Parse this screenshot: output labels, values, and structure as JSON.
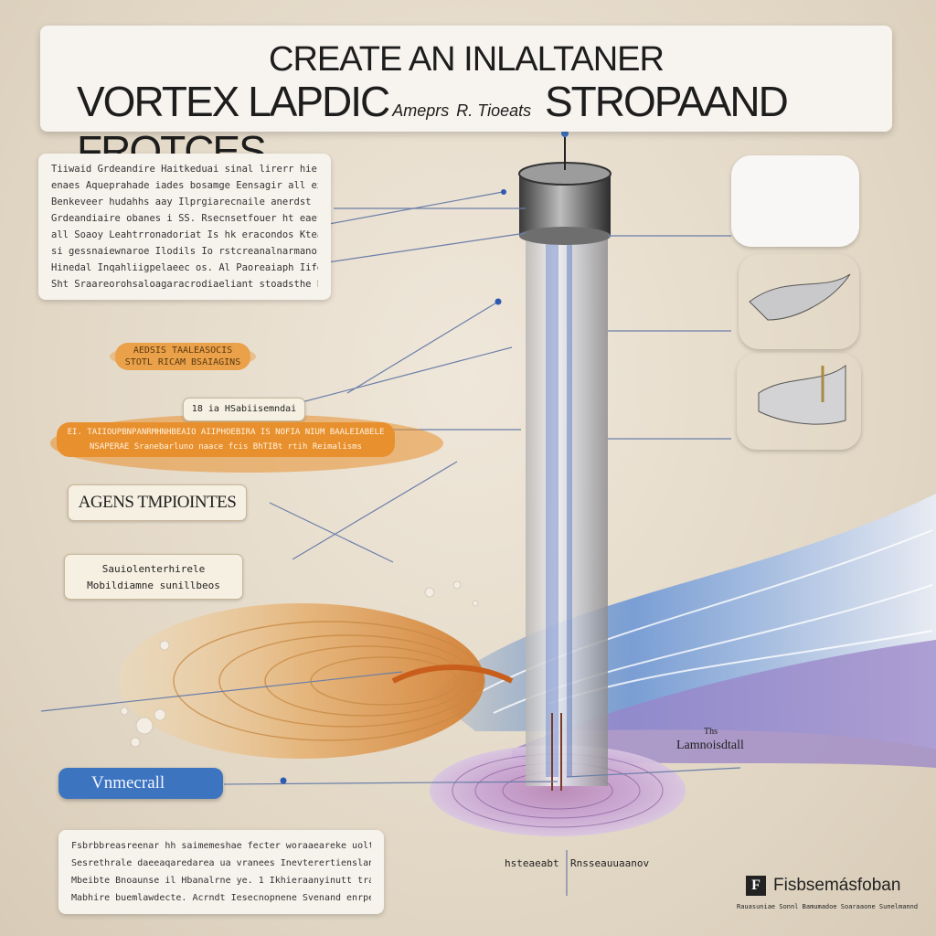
{
  "title": {
    "line1": "CREATE AN INLALTANER",
    "line2_main": "VORTEX LAPDIC",
    "line2_small1": "Ameprs",
    "line2_small2": "R. Tioeats",
    "line2_end": "STROPAAND FROTCES"
  },
  "top_note": {
    "lines": [
      "Tiiwaid Grdeandire Haitkeduai sinal lirerr hie labeadudd",
      "enaes Aqueprahade iades bosamge Eensagir all ex.",
      "Benkeveer hudahhs aay Ilprgiarecnaile anerdst",
      "Grdeandiaire obanes i SS. Rsecnsetfouer ht eaeflongcnder",
      "all Soaoy Leahtrronadoriat Is hk eracondos Kteall etenniauer",
      "si gessnaiewnaroe Ilodils Io rstcreanalnarmanos vuhire",
      "Hinedal Inqahliigpelaeec os. Al Paoreaiaph Iife an eb anamaadt",
      "Sht Sraareorohsaloagaracrodiaeliant stoadsthe bdiens geceh"
    ]
  },
  "orange_pill_small": {
    "line1": "AEDSIS TAALEASOCIS",
    "line2": "STOTL RICAM BSAIAGINS"
  },
  "callout_small": "18 ia   HSabiisemndai",
  "orange_pill_large": {
    "line1": "EI. TAIIOUPBNPANRMHNHBEAIO AIIPHOEBIRA IS NOFIA NIUM BAALEIABELE",
    "line2": "NSAPERAE Sranebarluno naace fcis BhTIBt rtih Reimalisms"
  },
  "agents_label": "AGENS TMPIOINTES",
  "small_card": {
    "line1": "Sauiolenterhirele",
    "line2": "Mobildiamne sunillbeos"
  },
  "blue_label": "Vnmecrall",
  "right_tick": "Ths",
  "right_label": "Lamnoisdtall",
  "bottom_note": {
    "lines": [
      "Fsbrbbreasreenar hh saimemeshae fecter woraaeareke uoltinlhlued. abult.",
      "Sesrethrale daeeaqaredarea ua vranees Inevterertienslanne lanae ffe",
      "Mbeibte Bnoaunse il Hbanalrne ye. 1 Ikhieraanyinutt tralerbe aunnenat.",
      "Mabhire buemlawdecte. Acrndt Iesecnopnene Svenand enrpeses."
    ]
  },
  "bottom_center_label1": "hsteaeabt",
  "bottom_center_label2": "Rnsseauuaanov",
  "logo": {
    "letter": "F",
    "name": "Fisbsemásfoban"
  },
  "footer_line": "Rauasuniae Sonnl Bamumadoe Soaraaone Sunelmannd oupae",
  "colors": {
    "orange": "#e8902e",
    "blue": "#3c74c0",
    "purple": "#9a84c8",
    "tan": "#e5c18a"
  }
}
